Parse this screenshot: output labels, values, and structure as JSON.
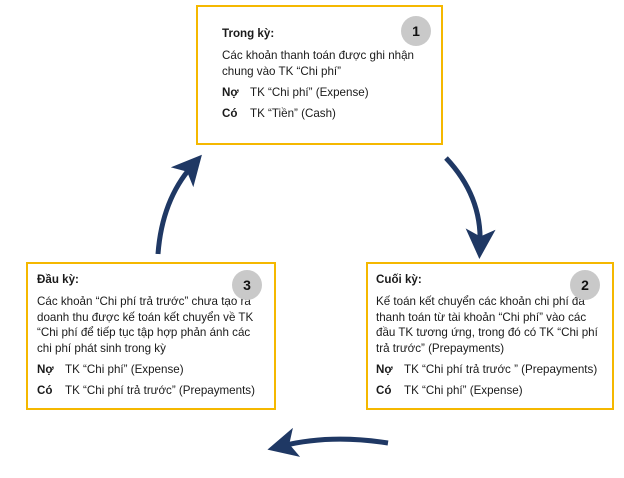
{
  "box1": {
    "number": "1",
    "title": "Trong kỳ:",
    "desc": "Các khoản thanh toán được ghi nhận chung vào TK “Chi phí”",
    "debit_label": "Nợ",
    "debit_text": "TK “Chi phí” (Expense)",
    "credit_label": "Có",
    "credit_text": "TK “Tiền” (Cash)"
  },
  "box2": {
    "number": "2",
    "title": "Cuối kỳ:",
    "desc": " Kế toán kết chuyển các khoản chi phí đã thanh toán từ tài khoản “Chi phí” vào các đầu TK tương ứng, trong đó có TK “Chi phí trả trước” (Prepayments)",
    "debit_label": "Nợ",
    "debit_text": "TK “Chi phí trả trước ” (Prepayments)",
    "credit_label": "Có",
    "credit_text": "TK “Chi phí” (Expense)"
  },
  "box3": {
    "number": "3",
    "title": "Đầu kỳ:",
    "desc": "Các khoản “Chi phí trả trước” chưa tạo ra doanh thu được kế toán kết chuyển về TK “Chi phí để tiếp tục tập hợp phản ánh các chi phí phát sinh trong kỳ",
    "debit_label": "Nợ",
    "debit_text": "TK “Chi phí” (Expense)",
    "credit_label": "Có",
    "credit_text": "TK “Chi phí trả trước” (Prepayments)"
  },
  "colors": {
    "box_border": "#f5b800",
    "arrow": "#1f3864",
    "number_circle": "#c9c9c9"
  }
}
